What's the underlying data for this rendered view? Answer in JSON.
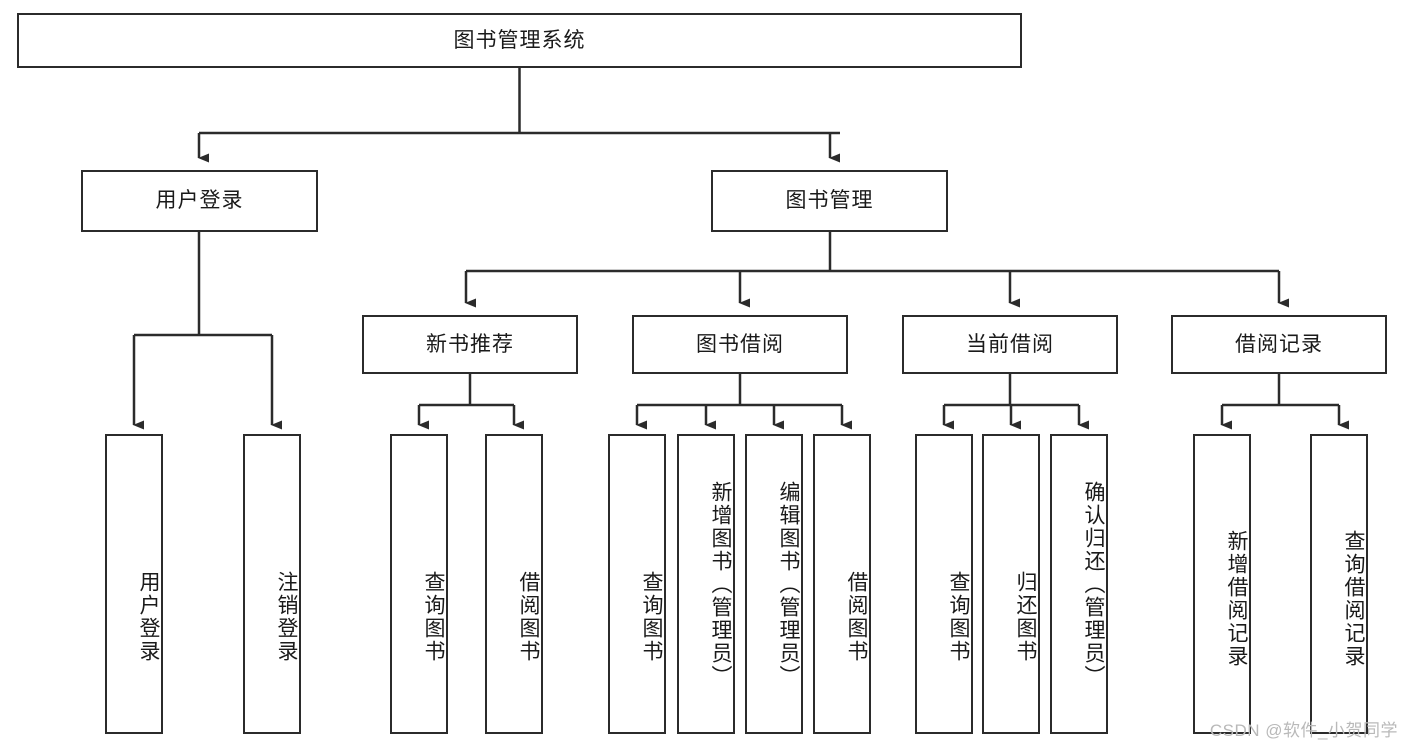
{
  "diagram": {
    "title": "图书管理系统",
    "type": "tree-hierarchy",
    "watermark": "CSDN @软件_小贺同学",
    "colors": {
      "box_border": "#2b2b2b",
      "box_fill": "#ffffff",
      "edge": "#2b2b2b",
      "text": "#1a1a1a",
      "watermark": "#b9b9b9"
    },
    "nodes": {
      "root": {
        "label": "图书管理系统"
      },
      "level2": [
        {
          "id": "user-login",
          "label": "用户登录"
        },
        {
          "id": "book-manage",
          "label": "图书管理"
        }
      ],
      "level3": [
        {
          "id": "new-book-recommend",
          "label": "新书推荐"
        },
        {
          "id": "book-borrow",
          "label": "图书借阅"
        },
        {
          "id": "current-borrow",
          "label": "当前借阅"
        },
        {
          "id": "borrow-record",
          "label": "借阅记录"
        }
      ],
      "leaves": {
        "user-login": [
          {
            "id": "leaf-user-login",
            "label": "用户登录"
          },
          {
            "id": "leaf-logout",
            "label": "注销登录"
          }
        ],
        "new-book-recommend": [
          {
            "id": "leaf-query-book-1",
            "label": "查询图书"
          },
          {
            "id": "leaf-borrow-book-1",
            "label": "借阅图书"
          }
        ],
        "book-borrow": [
          {
            "id": "leaf-query-book-2",
            "label": "查询图书"
          },
          {
            "id": "leaf-add-book",
            "label": "新增图书（管理员）"
          },
          {
            "id": "leaf-edit-book",
            "label": "编辑图书（管理员）"
          },
          {
            "id": "leaf-borrow-book-2",
            "label": "借阅图书"
          }
        ],
        "current-borrow": [
          {
            "id": "leaf-query-book-3",
            "label": "查询图书"
          },
          {
            "id": "leaf-return-book",
            "label": "归还图书"
          },
          {
            "id": "leaf-confirm-return",
            "label": "确认归还（管理员）"
          }
        ],
        "borrow-record": [
          {
            "id": "leaf-add-record",
            "label": "新增借阅记录"
          },
          {
            "id": "leaf-query-record",
            "label": "查询借阅记录"
          }
        ]
      }
    }
  }
}
